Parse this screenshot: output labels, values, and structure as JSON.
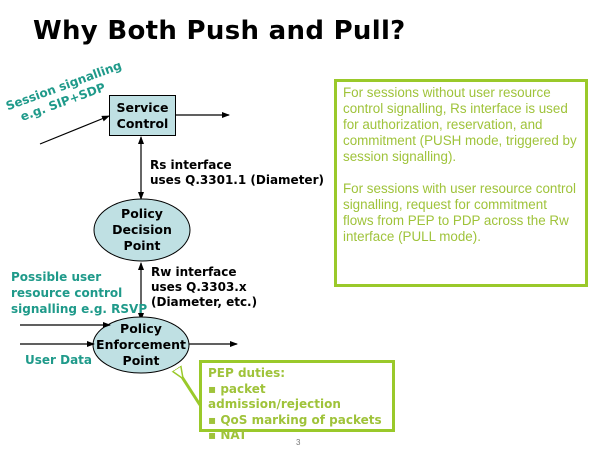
{
  "title": "Why Both Push and Pull?",
  "nodes": {
    "service_control": {
      "line1": "Service",
      "line2": "Control"
    },
    "pdp": {
      "line1": "Policy",
      "line2": "Decision",
      "line3": "Point"
    },
    "pep": {
      "line1": "Policy",
      "line2": "Enforcement",
      "line3": "Point"
    }
  },
  "labels": {
    "session_signalling": {
      "line1": "Session signalling",
      "line2": "e.g. SIP+SDP"
    },
    "rs_interface": {
      "line1": "Rs interface",
      "line2": "uses Q.3301.1 (Diameter)"
    },
    "rw_interface": {
      "line1": "Rw interface",
      "line2": "uses Q.3303.x",
      "line3": "(Diameter, etc.)"
    },
    "user_resource": {
      "line1": "Possible user",
      "line2": "resource control",
      "line3": "signalling e.g. RSVP"
    },
    "user_data": "User Data"
  },
  "note": {
    "para1": "For sessions without user resource control signalling, Rs interface is used for authorization, reservation, and commitment (PUSH mode, triggered by session signalling).",
    "para2": "For sessions with user resource control signalling, request for commitment flows from PEP to PDP across the Rw interface (PULL mode)."
  },
  "pep_duties": {
    "heading": "PEP duties:",
    "items": [
      "packet admission/rejection",
      "QoS marking of packets",
      "NAT"
    ]
  },
  "page_number": "3",
  "colors": {
    "node_fill": "#bfe0e3",
    "teal_text": "#1f9a8a",
    "note_border": "#9ac92a",
    "note_text": "#9fc33a"
  }
}
